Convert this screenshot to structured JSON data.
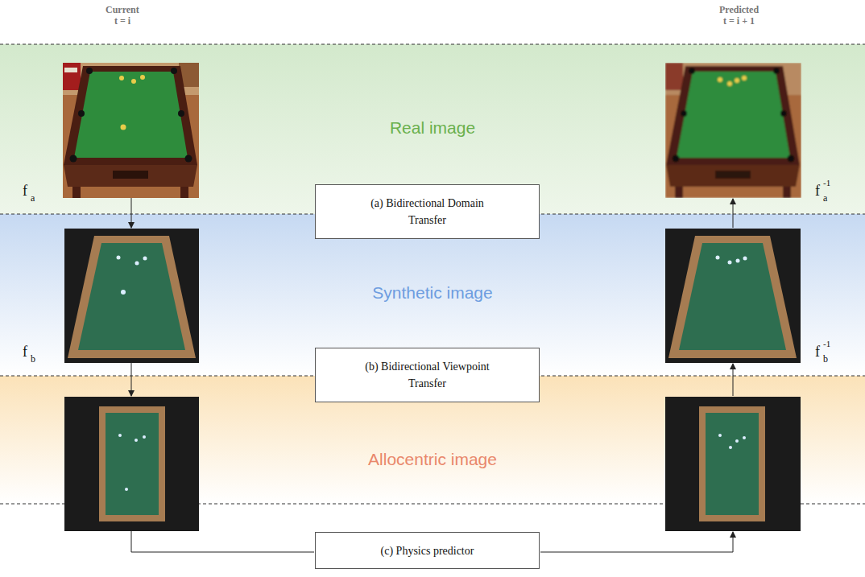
{
  "diagram": {
    "nodes": [
      {
        "text": [
          "Real image"
        ]
      },
      {
        "text": [
          "Synthetic image"
        ]
      },
      {
        "text": [
          "Allocentric image"
        ]
      },
      {
        "text": [
          "(a) Bidirectional Domain Transfer"
        ]
      },
      {
        "text": [
          "(b) Bidirectional Viewpoint Transfer"
        ]
      },
      {
        "text": [
          "(c) Physics predictor"
        ]
      }
    ],
    "labels": [
      "Current",
      "t = i",
      "Predicted",
      "t = i + 1",
      "f",
      "a",
      "f",
      "-1",
      "a",
      "f",
      "b",
      "f",
      "-1",
      "b"
    ]
  }
}
